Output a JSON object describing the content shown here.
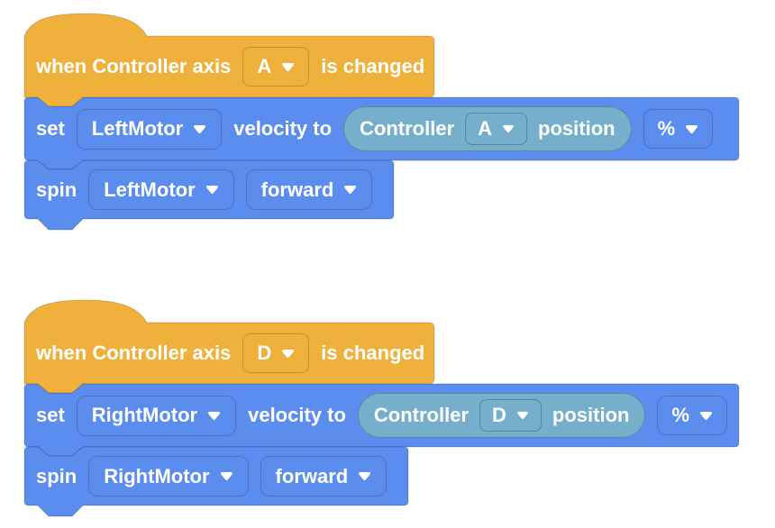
{
  "app": "block-coding-workspace",
  "colors": {
    "event_yellow": "#F0B13C",
    "event_yellow_border": "#D89A2B",
    "motion_blue": "#5B8DEE",
    "motion_blue_border": "#4A79D2",
    "sensing_teal": "#76AFCC",
    "text": "#FFFFFF"
  },
  "stacks": [
    {
      "hat": {
        "prefix": "when Controller axis",
        "axis": "A",
        "suffix": "is changed"
      },
      "set": {
        "verb": "set",
        "motor": "LeftMotor",
        "mid": "velocity to",
        "unit": "%",
        "reporter": {
          "device": "Controller",
          "axis": "A",
          "property": "position"
        }
      },
      "spin": {
        "verb": "spin",
        "motor": "LeftMotor",
        "direction": "forward"
      }
    },
    {
      "hat": {
        "prefix": "when Controller axis",
        "axis": "D",
        "suffix": "is changed"
      },
      "set": {
        "verb": "set",
        "motor": "RightMotor",
        "mid": "velocity to",
        "unit": "%",
        "reporter": {
          "device": "Controller",
          "axis": "D",
          "property": "position"
        }
      },
      "spin": {
        "verb": "spin",
        "motor": "RightMotor",
        "direction": "forward"
      }
    }
  ]
}
